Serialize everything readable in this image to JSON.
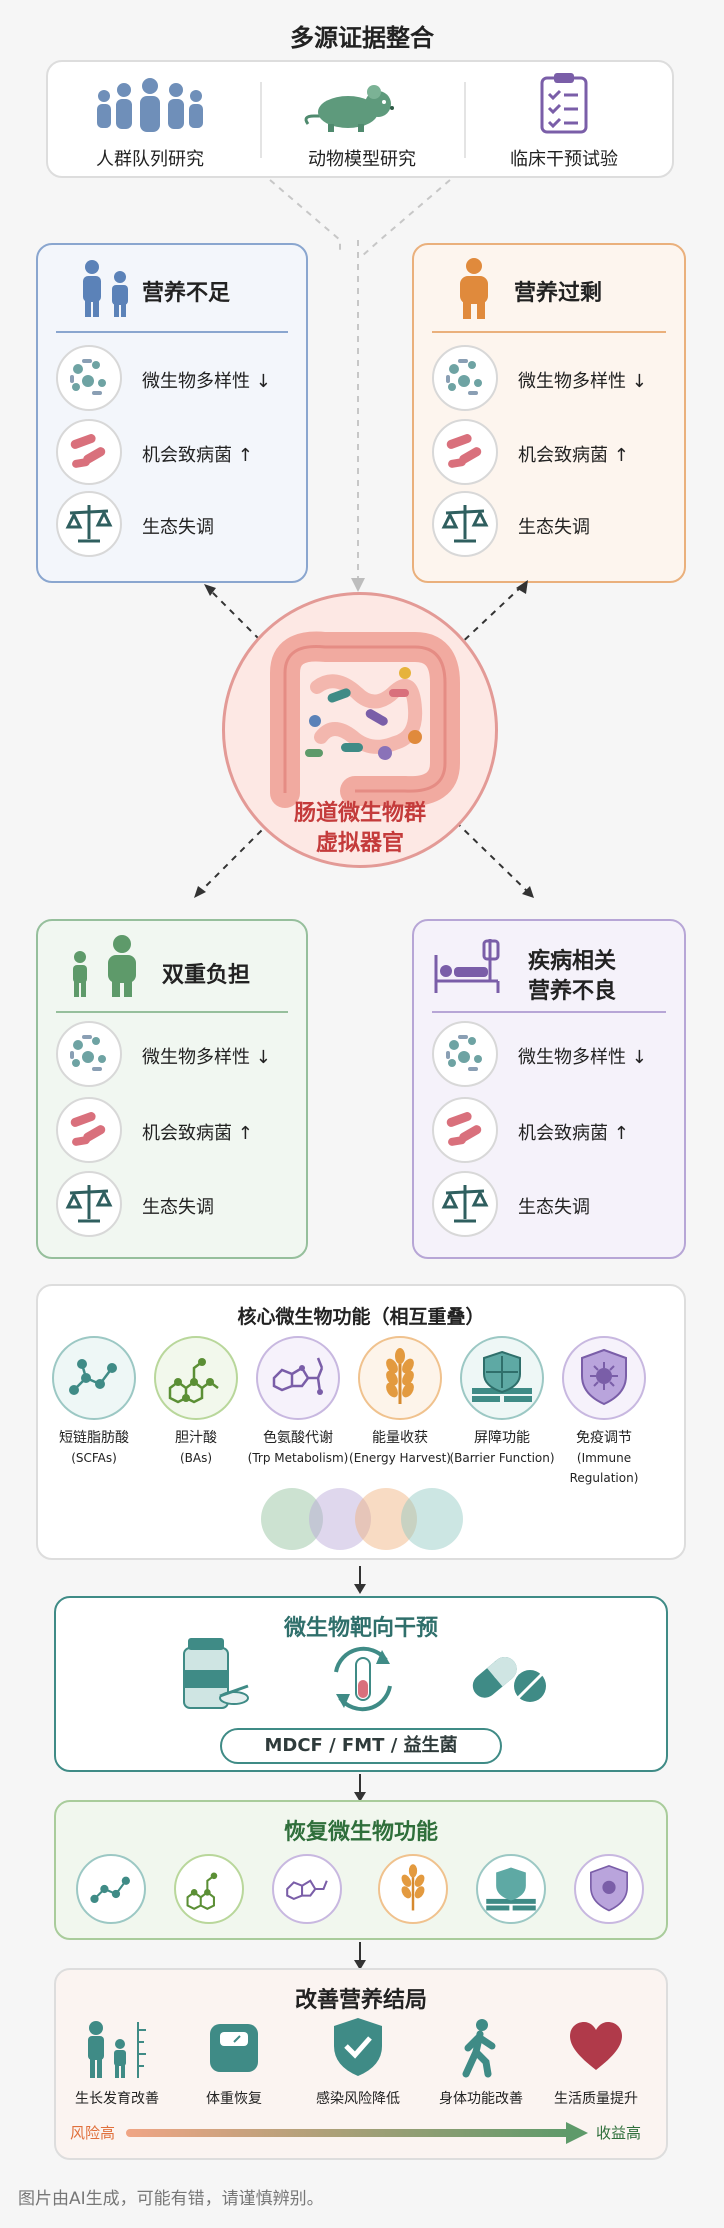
{
  "header": {
    "title": "多源证据整合"
  },
  "sources": [
    {
      "label": "人群队列研究",
      "icon": "people-group-icon"
    },
    {
      "label": "动物模型研究",
      "icon": "mouse-icon"
    },
    {
      "label": "临床干预试验",
      "icon": "clipboard-icon"
    }
  ],
  "cards": {
    "undernutrition": {
      "title": "营养不足",
      "color": "#5b82b8"
    },
    "overnutrition": {
      "title": "营养过剩",
      "color": "#e08a3c"
    },
    "double_burden": {
      "title": "双重负担",
      "color": "#5e9a6a"
    },
    "disease": {
      "title_line1": "疾病相关",
      "title_line2": "营养不良",
      "color": "#8a72b8"
    }
  },
  "rows": {
    "diversity": "微生物多样性 ↓",
    "pathogen": "机会致病菌 ↑",
    "dysbiosis": "生态失调"
  },
  "center": {
    "line1": "肠道微生物群",
    "line2": "虚拟器官"
  },
  "core": {
    "title": "核心微生物功能（相互重叠）",
    "functions": [
      {
        "name": "短链脂肪酸",
        "sub": "(SCFAs)",
        "icon": "scfa-molecule-icon"
      },
      {
        "name": "胆汁酸",
        "sub": "(BAs)",
        "icon": "bile-acid-molecule-icon"
      },
      {
        "name": "色氨酸代谢",
        "sub": "(Trp Metabolism)",
        "icon": "tryptophan-molecule-icon"
      },
      {
        "name": "能量收获",
        "sub": "(Energy Harvest)",
        "icon": "wheat-icon"
      },
      {
        "name": "屏障功能",
        "sub": "(Barrier Function)",
        "icon": "shield-wall-icon"
      },
      {
        "name": "免疫调节",
        "sub": "(Immune Regulation)",
        "icon": "immune-shield-icon"
      }
    ]
  },
  "intervention": {
    "title": "微生物靶向干预",
    "label": "MDCF / FMT / 益生菌"
  },
  "restore": {
    "title": "恢复微生物功能"
  },
  "outcomes": {
    "title": "改善营养结局",
    "items": [
      {
        "label": "生长发育改善",
        "icon": "growth-icon"
      },
      {
        "label": "体重恢复",
        "icon": "scale-icon"
      },
      {
        "label": "感染风险降低",
        "icon": "shield-check-icon"
      },
      {
        "label": "身体功能改善",
        "icon": "walking-icon"
      },
      {
        "label": "生活质量提升",
        "icon": "heart-icon"
      }
    ],
    "risk": "风险高",
    "benefit": "收益高"
  },
  "footer": {
    "note": "图片由AI生成，可能有错，请谨慎辨别。"
  },
  "colors": {
    "blue": "#5b82b8",
    "orange": "#e08a3c",
    "green": "#5e9a6a",
    "purple": "#8a72b8",
    "teal": "#3f8b86",
    "red": "#c43b3b"
  }
}
